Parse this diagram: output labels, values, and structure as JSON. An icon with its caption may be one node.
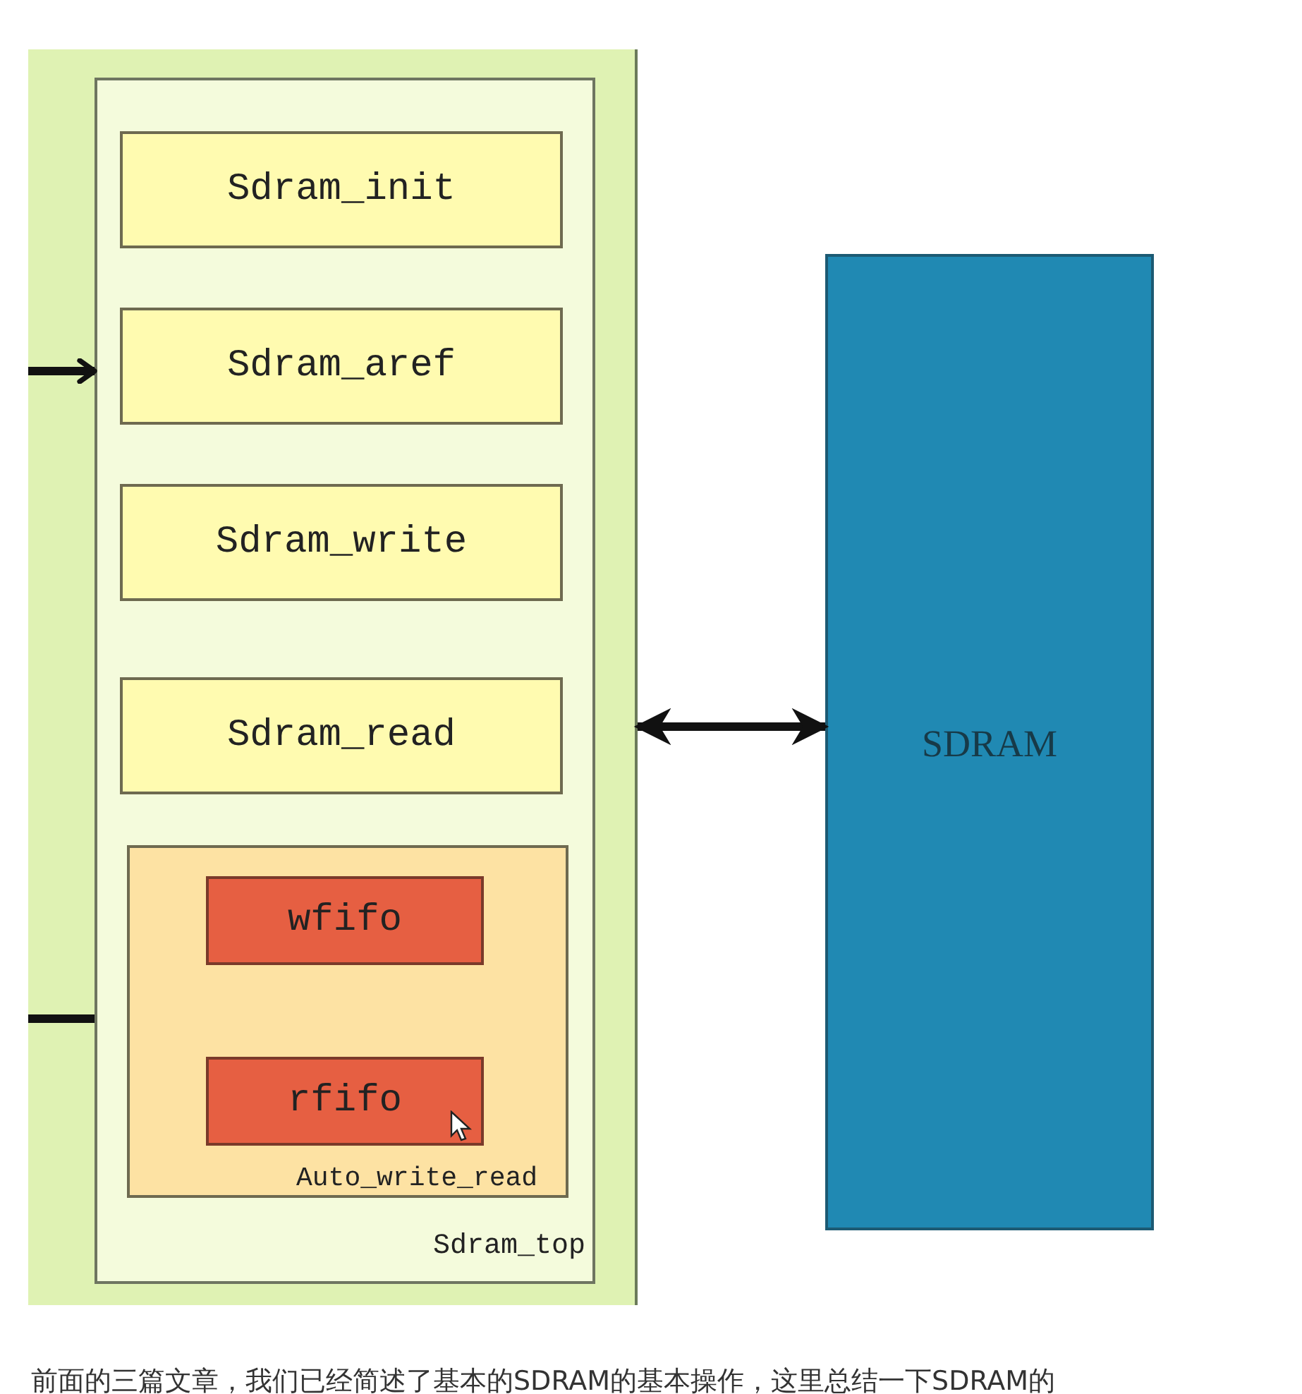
{
  "diagram": {
    "nodes": [
      {
        "text": [],
        "shape": "box"
      },
      {
        "text": [
          "Sdram_top"
        ],
        "in": 0
      },
      {
        "text": [
          "Sdram_init"
        ],
        "in": 1
      },
      {
        "text": [
          "Sdram_aref"
        ],
        "in": 1
      },
      {
        "text": [
          "Sdram_write"
        ],
        "in": 1
      },
      {
        "text": [
          "Sdram_read"
        ],
        "in": 1
      },
      {
        "text": [
          "Auto_write_read"
        ],
        "in": 1
      },
      {
        "text": [
          "wfifo"
        ],
        "in": 6
      },
      {
        "text": [
          "rfifo"
        ],
        "in": 6
      },
      {
        "text": [
          "SDRAM"
        ]
      }
    ],
    "edges": [
      {
        "from": null,
        "to": 1,
        "arrow": "to"
      },
      {
        "from": null,
        "to": 1,
        "arrow": "none"
      },
      {
        "from": 0,
        "to": 9,
        "arrow": "both"
      }
    ],
    "labels": [
      "前面的三篇文章，我们已经简述了基本的SDRAM的基本操作，这里总结一下SDRAM的"
    ]
  }
}
